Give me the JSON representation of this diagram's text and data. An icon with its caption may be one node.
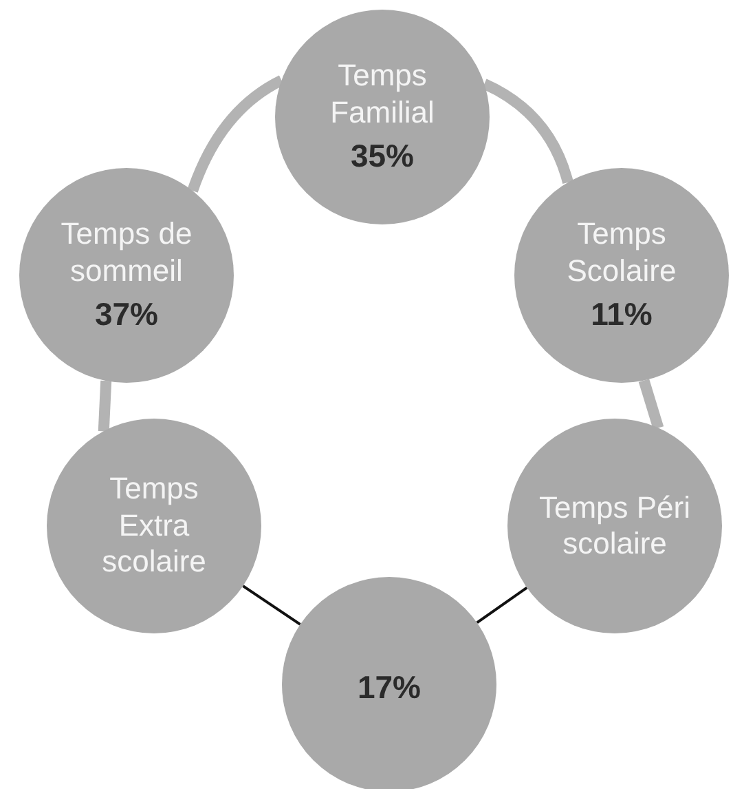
{
  "diagram": {
    "nodes": [
      {
        "text": [
          "Temps Familial",
          "35%"
        ]
      },
      {
        "text": [
          "Temps Scolaire",
          "11%"
        ]
      },
      {
        "text": [
          "Temps Péri scolaire"
        ]
      },
      {
        "text": [
          "17%"
        ]
      },
      {
        "text": [
          "Temps Extra scolaire"
        ]
      },
      {
        "text": [
          "Temps de sommeil",
          "37%"
        ]
      }
    ],
    "edges": [
      {
        "from": 5,
        "to": 0,
        "arrow": "none"
      },
      {
        "from": 0,
        "to": 1,
        "arrow": "none"
      },
      {
        "from": 1,
        "to": 2,
        "arrow": "none"
      },
      {
        "from": 5,
        "to": 4,
        "arrow": "none"
      },
      {
        "from": 4,
        "to": 3,
        "arrow": "none",
        "color": "#111111"
      },
      {
        "from": 3,
        "to": 2,
        "arrow": "none",
        "color": "#111111"
      }
    ]
  }
}
